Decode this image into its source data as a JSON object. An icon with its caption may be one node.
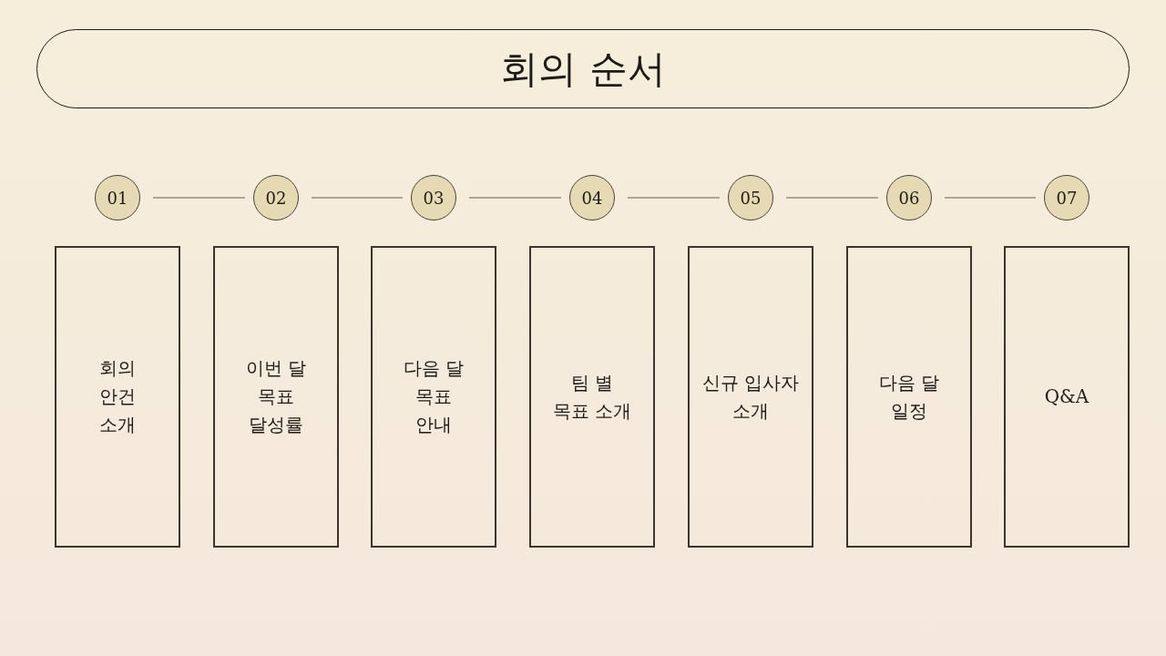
{
  "diagram": {
    "nodes": [
      {
        "text": [
          "회의 순서"
        ]
      },
      {
        "text": [
          "01"
        ]
      },
      {
        "text": [
          "02"
        ]
      },
      {
        "text": [
          "03"
        ]
      },
      {
        "text": [
          "04"
        ]
      },
      {
        "text": [
          "05"
        ]
      },
      {
        "text": [
          "06"
        ]
      },
      {
        "text": [
          "07"
        ]
      },
      {
        "text": [
          "회의 안건 소개"
        ]
      },
      {
        "text": [
          "이번 달 목표 달성률"
        ]
      },
      {
        "text": [
          "다음 달 목표 안내"
        ]
      },
      {
        "text": [
          "팀 별 목표 소개"
        ]
      },
      {
        "text": [
          "신규 입사자 소개"
        ]
      },
      {
        "text": [
          "다음 달 일정"
        ]
      },
      {
        "text": [
          "Q&A"
        ]
      }
    ],
    "edges": [
      {
        "from": 1,
        "to": 2,
        "arrow": "none"
      },
      {
        "from": 2,
        "to": 3,
        "arrow": "none"
      },
      {
        "from": 3,
        "to": 4,
        "arrow": "none"
      },
      {
        "from": 4,
        "to": 5,
        "arrow": "none"
      },
      {
        "from": 5,
        "to": 6,
        "arrow": "none"
      },
      {
        "from": 6,
        "to": 7,
        "arrow": "none"
      }
    ]
  }
}
